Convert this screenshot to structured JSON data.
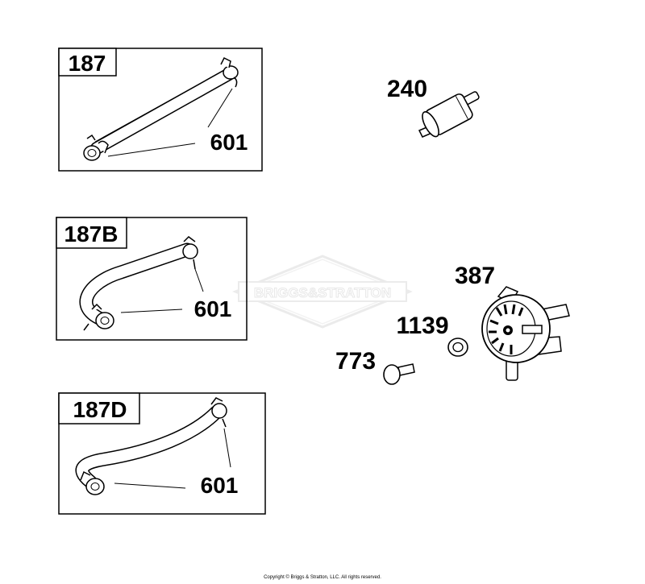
{
  "watermark": {
    "brand": "BRIGGS&STRATTON"
  },
  "groups": [
    {
      "label": "187",
      "part": "601"
    },
    {
      "label": "187B",
      "part": "601"
    },
    {
      "label": "187D",
      "part": "601"
    }
  ],
  "parts": {
    "fuel_filter": "240",
    "fuel_pump": "387",
    "washer": "1139",
    "pin": "773"
  },
  "footer": {
    "copyright": "Copyright © Briggs & Stratton, LLC. All rights reserved."
  }
}
